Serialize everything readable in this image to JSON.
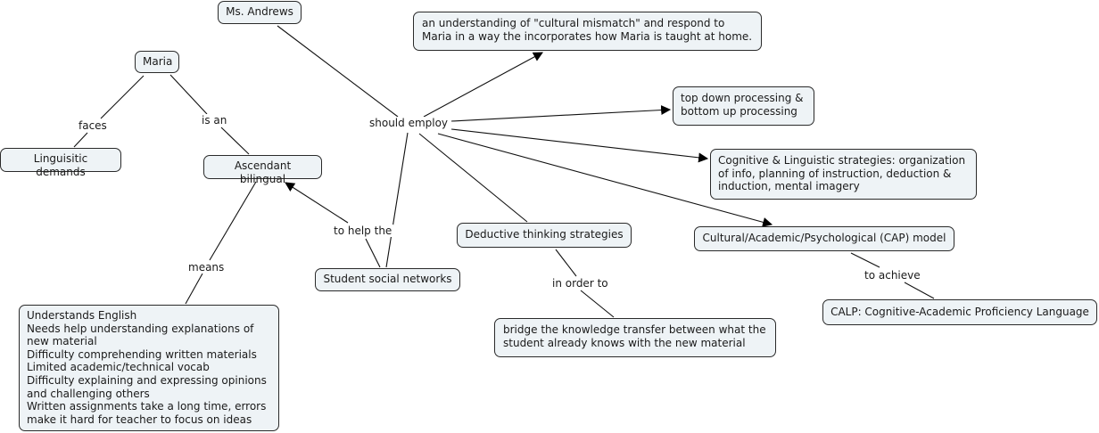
{
  "concept_map": {
    "concepts": {
      "ms_andrews": "Ms. Andrews",
      "maria": "Maria",
      "linguistic_demands": "Linguisitic demands",
      "ascendant_bilingual": "Ascendant bilingual",
      "means_list": "Understands English\nNeeds help understanding explanations of new material\nDifficulty comprehending written materials\nLimited academic/technical vocab\nDifficulty explaining and expressing opinions and challenging others\nWritten assignments take a long time, errors make it hard for teacher to focus on ideas",
      "cultural_mismatch": "an understanding of \"cultural mismatch\" and respond to Maria in a way the incorporates how Maria is taught at home.",
      "top_down": "top down processing & bottom up processing",
      "cognitive_linguistic": "Cognitive & Linguistic strategies: organization of info, planning of instruction, deduction & induction, mental imagery",
      "cap_model": "Cultural/Academic/Psychological (CAP) model",
      "calp": "CALP: Cognitive-Academic Proficiency Language",
      "deductive": "Deductive thinking strategies",
      "bridge": "bridge the knowledge transfer between what the student already knows with the new material",
      "social_networks": "Student social networks"
    },
    "linking_phrases": {
      "faces": "faces",
      "is_an": "is an",
      "means": "means",
      "should_employ": "should employ",
      "to_help_the": "to help the",
      "in_order_to": "in order to",
      "to_achieve": "to achieve"
    },
    "propositions": [
      {
        "from": "Maria",
        "via": "faces",
        "to": "Linguisitic demands"
      },
      {
        "from": "Maria",
        "via": "is an",
        "to": "Ascendant bilingual"
      },
      {
        "from": "Ascendant bilingual",
        "via": "means",
        "to": "Understands English ..."
      },
      {
        "from": "Ms. Andrews",
        "via": "should employ",
        "to": "an understanding of \"cultural mismatch\" ..."
      },
      {
        "from": "Ms. Andrews",
        "via": "should employ",
        "to": "top down processing & bottom up processing"
      },
      {
        "from": "Ms. Andrews",
        "via": "should employ",
        "to": "Cognitive & Linguistic strategies ..."
      },
      {
        "from": "Ms. Andrews",
        "via": "should employ",
        "to": "Cultural/Academic/Psychological (CAP) model"
      },
      {
        "from": "Ms. Andrews",
        "via": "should employ",
        "to": "Deductive thinking strategies"
      },
      {
        "from": "Ms. Andrews",
        "via": "should employ",
        "to": "Student social networks"
      },
      {
        "from": "Student social networks",
        "via": "to help the",
        "to": "Ascendant bilingual"
      },
      {
        "from": "Deductive thinking strategies",
        "via": "in order to",
        "to": "bridge the knowledge transfer ..."
      },
      {
        "from": "Cultural/Academic/Psychological (CAP) model",
        "via": "to achieve",
        "to": "CALP: Cognitive-Academic Proficiency Language"
      }
    ]
  }
}
